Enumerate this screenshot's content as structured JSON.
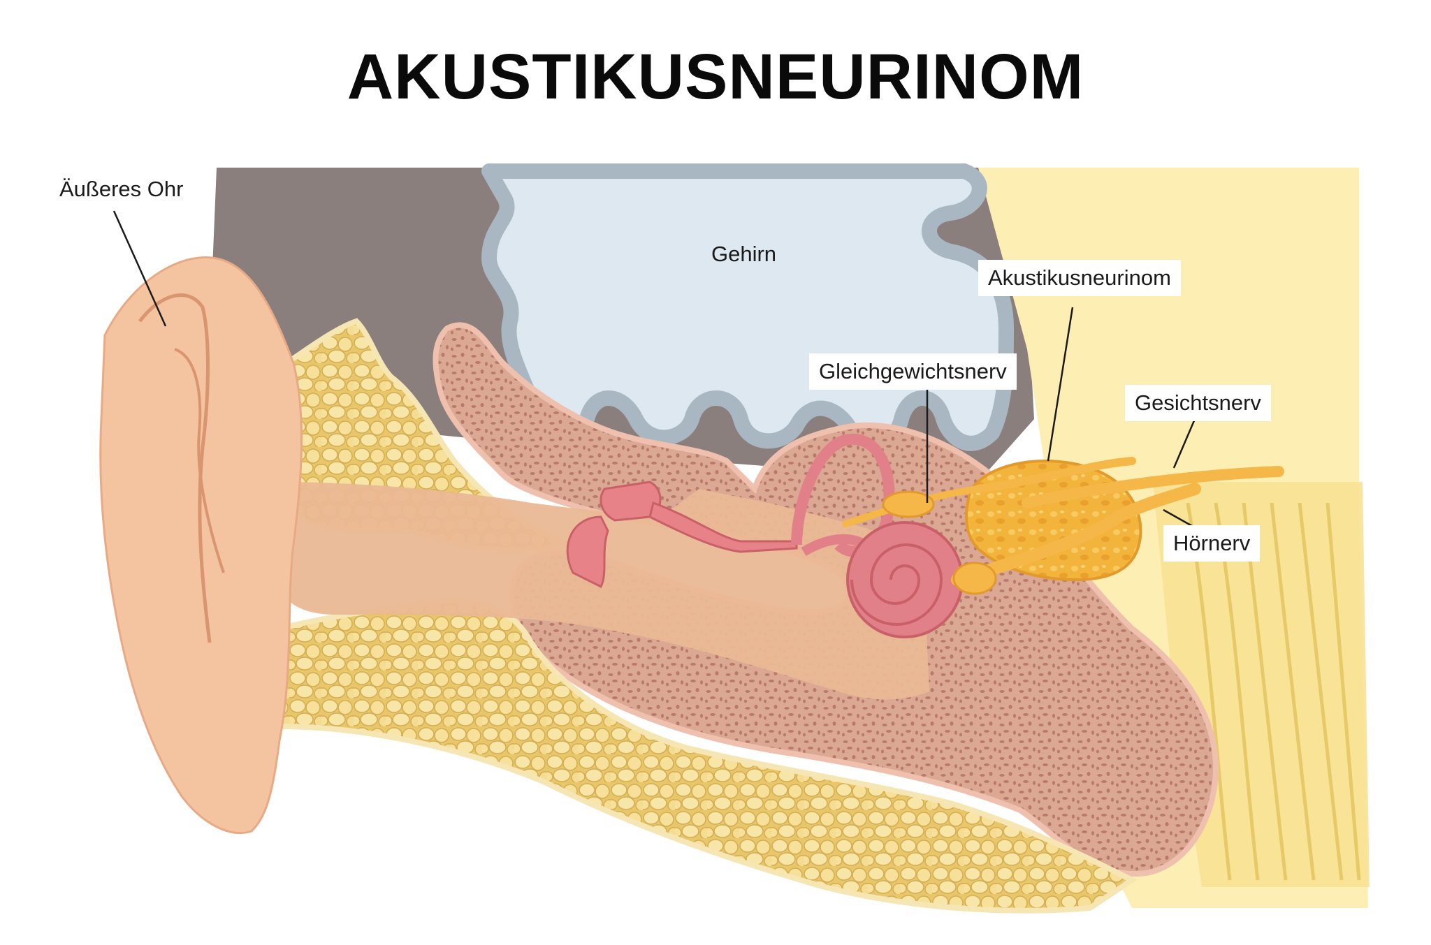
{
  "title": "AKUSTIKUSNEURINOM",
  "labels": {
    "outer_ear": "Äußeres Ohr",
    "brain": "Gehirn",
    "acoustic_neuroma": "Akustikusneurinom",
    "vestibular_nerve": "Gleichgewichtsnerv",
    "facial_nerve": "Gesichtsnerv",
    "cochlear_nerve": "Hörnerv"
  },
  "colors": {
    "skull_dark": "#8a7f7d",
    "brain": "#dde8f0",
    "brain_outline": "#a6b4bf",
    "fat_tissue": "#f0d98a",
    "bone": "#d8a08c",
    "skin": "#f4c4a0",
    "cochlea": "#e2808a",
    "tumor": "#f2b13a",
    "nerve": "#f5b748",
    "neck": "#fbeeb0"
  }
}
